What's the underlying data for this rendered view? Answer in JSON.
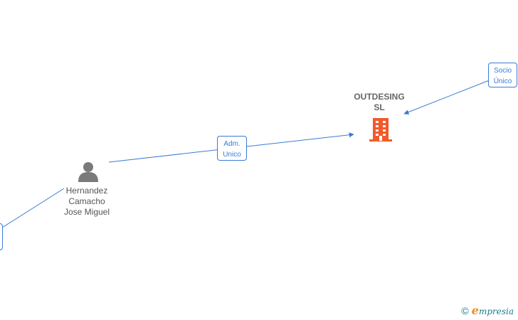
{
  "nodes": {
    "company": {
      "name_line1": "OUTDESING",
      "name_line2": "SL",
      "icon": "building-icon",
      "color": "#f15a2b"
    },
    "person": {
      "name_line1": "Hernandez",
      "name_line2": "Camacho",
      "name_line3": "Jose Miguel",
      "icon": "person-icon",
      "color": "#7a7a7a"
    }
  },
  "edges": {
    "adm_unico": {
      "line1": "Adm.",
      "line2": "Unico"
    },
    "socio_unico": {
      "line1": "Socio",
      "line2": "Único"
    }
  },
  "colors": {
    "edge": "#3a7bd5",
    "watermark": "#1a7a8a",
    "brand_accent": "#f08a1e"
  },
  "watermark": {
    "copyright": "©",
    "brand_initial": "e",
    "brand_rest": "mpresia"
  }
}
